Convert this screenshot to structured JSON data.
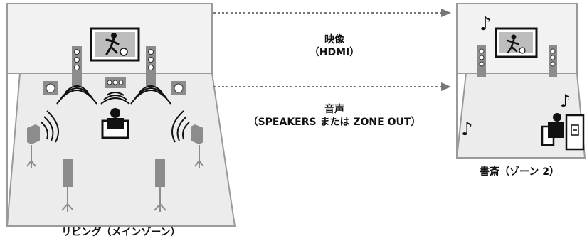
{
  "rooms": {
    "main": {
      "label": "リビング（メインゾーン）"
    },
    "zone2": {
      "label": "書斎（ゾーン 2）"
    }
  },
  "signals": {
    "video": {
      "line1": "映像",
      "line2": "（HDMI）"
    },
    "audio": {
      "line1": "音声",
      "line2": "（SPEAKERS または ZONE OUT）"
    }
  },
  "colors": {
    "room_fill": "#ececec",
    "wall_stroke": "#9a9a9a",
    "speaker": "#8c8c8c",
    "arrow": "#777777",
    "ink": "#111111"
  }
}
